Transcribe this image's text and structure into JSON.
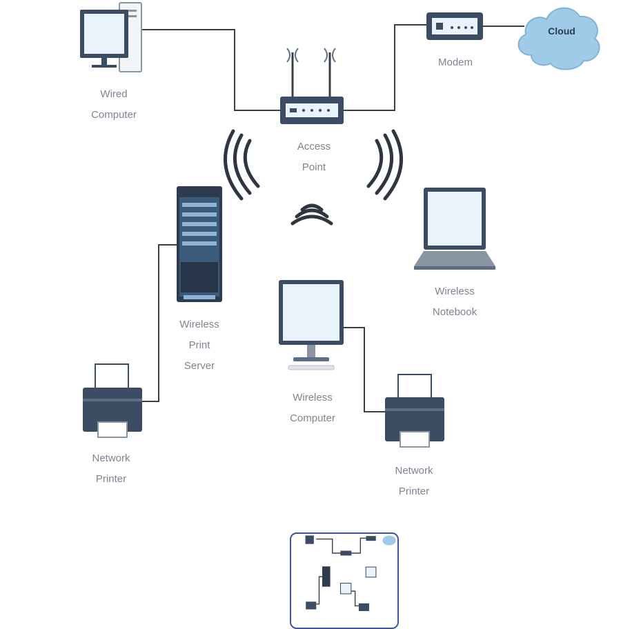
{
  "colors": {
    "device_dark": "#3c4c63",
    "device_mid": "#5d6f86",
    "screen": "#e8f3fb",
    "line": "#3a3f47",
    "cloud": "#9fcbe8",
    "label": "#7d8590",
    "thumb_border": "#3a55a0"
  },
  "nodes": {
    "wired_computer": {
      "line1": "Wired",
      "line2": "Computer",
      "icon": "desktop-tower-icon"
    },
    "access_point": {
      "line1": "Access",
      "line2": "Point",
      "icon": "router-icon"
    },
    "modem": {
      "line1": "Modem",
      "icon": "modem-icon"
    },
    "cloud": {
      "line1": "Cloud",
      "icon": "cloud-icon"
    },
    "wireless_print_server": {
      "line1": "Wireless",
      "line2": "Print",
      "line3": "Server",
      "icon": "server-tablet-icon"
    },
    "wireless_notebook": {
      "line1": "Wireless",
      "line2": "Notebook",
      "icon": "laptop-icon"
    },
    "wireless_computer": {
      "line1": "Wireless",
      "line2": "Computer",
      "icon": "monitor-icon"
    },
    "network_printer_left": {
      "line1": "Network",
      "line2": "Printer",
      "icon": "printer-icon"
    },
    "network_printer_right": {
      "line1": "Network",
      "line2": "Printer",
      "icon": "printer-icon"
    }
  },
  "thumbnail": {
    "icon": "diagram-thumbnail-icon"
  }
}
